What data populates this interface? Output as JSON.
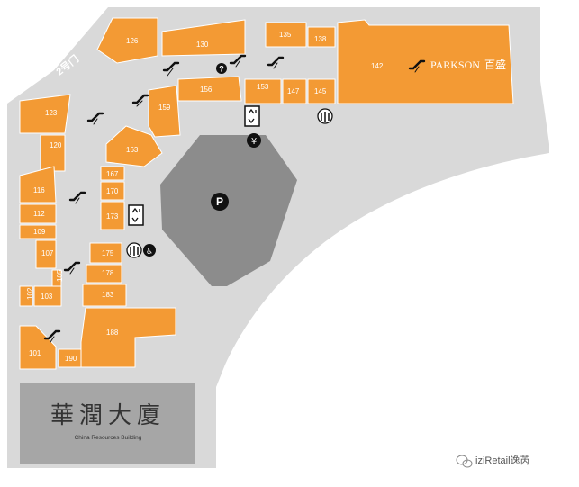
{
  "gate": {
    "label": "2号门"
  },
  "units": [
    {
      "id": "126"
    },
    {
      "id": "130"
    },
    {
      "id": "135"
    },
    {
      "id": "138"
    },
    {
      "id": "142"
    },
    {
      "id": "123"
    },
    {
      "id": "120"
    },
    {
      "id": "156"
    },
    {
      "id": "153"
    },
    {
      "id": "147"
    },
    {
      "id": "145"
    },
    {
      "id": "159"
    },
    {
      "id": "163"
    },
    {
      "id": "167"
    },
    {
      "id": "170"
    },
    {
      "id": "173"
    },
    {
      "id": "116"
    },
    {
      "id": "112"
    },
    {
      "id": "109"
    },
    {
      "id": "107"
    },
    {
      "id": "105"
    },
    {
      "id": "103"
    },
    {
      "id": "102"
    },
    {
      "id": "175"
    },
    {
      "id": "178"
    },
    {
      "id": "183"
    },
    {
      "id": "188"
    },
    {
      "id": "101"
    },
    {
      "id": "190"
    }
  ],
  "anchor": {
    "brand_latin": "PARKSON",
    "brand_cn": "百盛"
  },
  "parking": {
    "symbol": "P"
  },
  "building": {
    "name_cn": "華潤大廈",
    "name_en": "China Resources Building"
  },
  "watermark": {
    "text": "iziRetail逸芮"
  },
  "icons": {
    "escalator": "escalator-icon",
    "elevator": "elevator-icon",
    "restroom": "restroom-icon",
    "atm": "atm-icon",
    "info": "info-icon",
    "accessible": "accessible-restroom-icon"
  },
  "colors": {
    "unit": "#f39a34",
    "corridor": "#d9d9d9",
    "parking": "#8c8c8c",
    "building": "#a6a6a6"
  }
}
